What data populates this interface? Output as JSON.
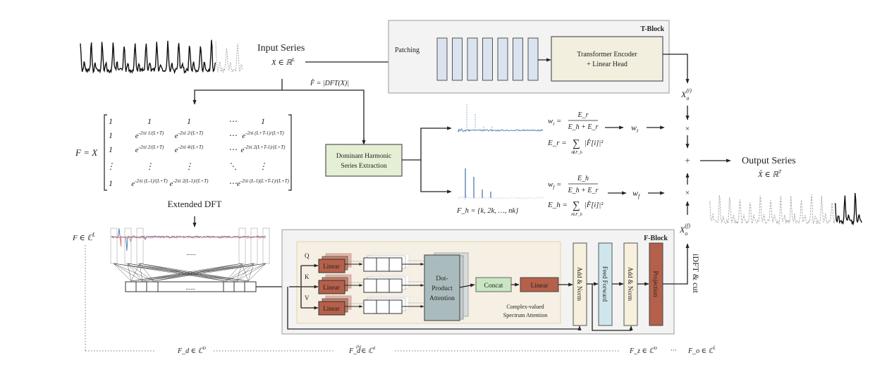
{
  "input": {
    "title": "Input Series",
    "symbol": "X ∈ ℝ",
    "symbol_sup": "L",
    "fhat_label": "F̂ = |DFT(X)|"
  },
  "t_block": {
    "title": "T-Block",
    "patching_label": "Patching",
    "patch_count": 7,
    "encoder_line1": "Transformer Encoder",
    "encoder_line2": "+ Linear Head",
    "output_symbol": "X",
    "output_sub": "o",
    "output_sup": "(t)"
  },
  "extended_dft": {
    "lhs": "F = X",
    "rows": [
      [
        "1",
        "1",
        "1",
        "⋯",
        "1"
      ],
      [
        "1",
        "e^{-2πi 1/(L+T)}",
        "e^{-2πi 2/(L+T)}",
        "⋯",
        "e^{-2πi (L+T-1)/(L+T)}"
      ],
      [
        "1",
        "e^{-2πi 2/(L+T)}",
        "e^{-2πi 4/(L+T)}",
        "⋯",
        "e^{-2πi 2(L+T-1)/(L+T)}"
      ],
      [
        "⋮",
        "⋮",
        "⋮",
        "⋱",
        "⋮"
      ],
      [
        "1",
        "e^{-2πi (L-1)/(L+T)}",
        "e^{-2πi 2(L-1)/(L+T)}",
        "⋯",
        "e^{-2πi (L-1)(L+T-1)/(L+T)}"
      ]
    ],
    "caption": "Extended DFT",
    "spectrum_symbol": "F ∈ ℂ",
    "spectrum_sup": "L̃",
    "ellipsis": "......"
  },
  "harmonic": {
    "box_line1": "Dominant Harmonic",
    "box_line2": "Series Extraction",
    "fh_label": "F_h = {k, 2k, …, nk}",
    "wt_lhs": "w",
    "wt_sub": "t",
    "wt_num": "E_r",
    "wt_den": "E_h + E_r",
    "er_lhs": "E_r =",
    "er_sum_sub": "i∉F_h",
    "er_body": "|F̂[i]|²",
    "wf_lhs": "w",
    "wf_sub": "f",
    "wf_num": "E_h",
    "wf_den": "E_h + E_r",
    "eh_lhs": "E_h =",
    "eh_sum_sub": "i∈F_h",
    "eh_body": "|F̂[i]|²",
    "wt_out": "w",
    "wf_out": "w"
  },
  "combine": {
    "times_top": "×",
    "plus": "+",
    "times_bottom": "×"
  },
  "output": {
    "title": "Output Series",
    "symbol": "X̂ ∈ ℝ",
    "symbol_sup": "T"
  },
  "f_block": {
    "title": "F-Block",
    "qkv_labels": [
      "Q",
      "K",
      "V"
    ],
    "linear_label": "Linear",
    "attention_line1": "Dot-",
    "attention_line2": "Product",
    "attention_line3": "Attention",
    "concat_label": "Concat",
    "linear_out_label": "Linear",
    "attn_caption1": "Complex-valued",
    "attn_caption2": "Spectrum Attention",
    "add_norm_1": "Add & Norm",
    "feed_forward": "Feed Forward",
    "add_norm_2": "Add & Norm",
    "projection": "Projection",
    "idft_label": "iDFT & cut",
    "output_symbol": "X",
    "output_sub": "o",
    "output_sup": "(f)"
  },
  "dims": {
    "fd": "F_d ∈ ℂ",
    "fd_sup": "D",
    "fdh": "F_d",
    "fdh_sup": "(h)",
    "fdh_set": "∈ ℂ",
    "fdh_set_sup": "d",
    "fz": "F_z ∈ ℂ",
    "fz_sup": "D",
    "dots": "···",
    "fo": "F_o ∈ ℂ",
    "fo_sup": "L̃"
  },
  "colors": {
    "linear_red": "#b5604a",
    "patch_blue": "#dbe3f0",
    "encoder_beige": "#f3efdf",
    "harmonic_green": "#e4efd4",
    "concat_green": "#c9e5c2",
    "attention_gray": "#a9bbbd",
    "addnorm_cream": "#f6f0dc",
    "feedforward_blue": "#cfe6ed",
    "block_bg": "#f3f3f3",
    "attn_panel_bg": "#f6efe3",
    "spectrum_blue": "#4a78b0",
    "spectrum_red": "#e0706e"
  }
}
